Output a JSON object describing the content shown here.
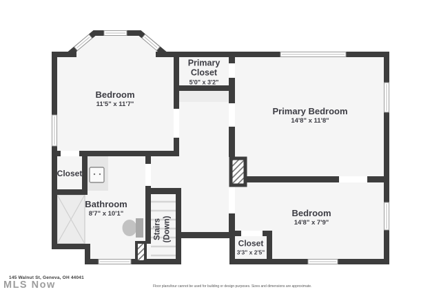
{
  "floor_plan": {
    "rooms": {
      "bedroom_nw": {
        "name": "Bedroom",
        "dims": "11'5\" x 11'7\""
      },
      "primary_closet": {
        "name": "Primary Closet",
        "dims": "5'0\" x 3'2\""
      },
      "primary_bedroom": {
        "name": "Primary Bedroom",
        "dims": "14'8\" x 11'8\""
      },
      "closet_west": {
        "name": "Closet"
      },
      "bathroom": {
        "name": "Bathroom",
        "dims": "8'7\" x 10'1\""
      },
      "bedroom_se": {
        "name": "Bedroom",
        "dims": "14'8\" x 7'9\""
      },
      "closet_south": {
        "name": "Closet",
        "dims": "3'3\" x 2'5\""
      },
      "stairs": {
        "line1": "Stairs",
        "line2": "(Down)"
      }
    },
    "fixtures": [
      "shower",
      "vanity-sink",
      "toilet",
      "chimney",
      "flue",
      "stairs-treads"
    ],
    "colors": {
      "wall": "#3d3d3d",
      "floor": "#f5f5f5",
      "label": "#3d3d44",
      "fixture": "#c2c2c2"
    }
  },
  "footer": {
    "address": "145 Walnut St, Geneva, OH 44041",
    "logo": "MLS Now",
    "disclaimer": "Floor plans/tour cannot be used for building or design purposes. Sizes and dimensions are approximate."
  }
}
